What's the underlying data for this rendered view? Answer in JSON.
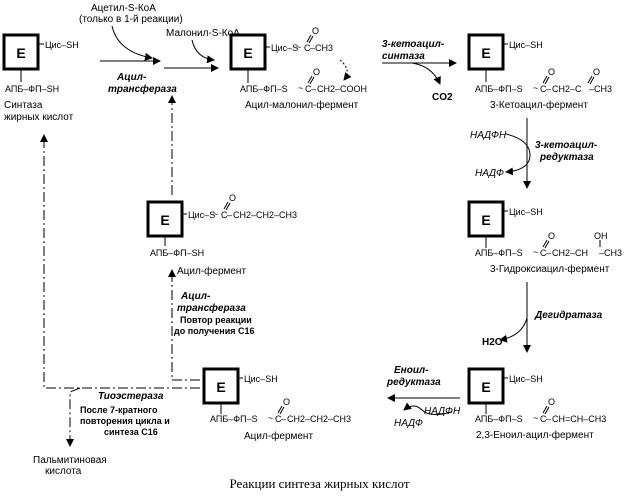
{
  "enzyme_letter": "E",
  "groups": {
    "cys_sh": "Цис–SH",
    "cys_s": "Цис–S",
    "apb_fp_sh": "АПБ–ФП–SH",
    "apb_fp_s": "АПБ–ФП–S"
  },
  "chem": {
    "o": "O",
    "oh": "OH",
    "c": "C",
    "ch3": "CH3",
    "ch2_ch3": "CH2–CH3",
    "ch2_ch2_ch3": "CH2–CH2–CH3",
    "ch2_cooh": "CH2–COOH",
    "ch2_c": "CH2–C",
    "ch2_ch": "CH2–CH",
    "ch_eq_ch": "CH=CH–CH3",
    "ch_ch3": "–CH3",
    "co2": "CO2",
    "h2o": "H2O"
  },
  "states": {
    "synthase": [
      "Синтаза",
      "жирных кислот"
    ],
    "acyl_malonyl": "Ацил-малонил-фермент",
    "ketoacyl": "3-Кетоацил-фермент",
    "hydroxyacyl": "3-Гидроксиацил-фермент",
    "enoyl": "2,3-Еноил-ацил-фермент",
    "acyl_bottom": "Ацил-фермент",
    "acyl_middle": "Ацил-фермент"
  },
  "substrates": {
    "acetyl_coa": "Ацетил-S-КоА",
    "acetyl_coa_note": "(только в 1-й реакции)",
    "malonyl_coa": "Малонил-S-КоА"
  },
  "enzymes": {
    "acyl_transferase": [
      "Ацил-",
      "трансфераза"
    ],
    "ketoacyl_synthase": [
      "3-кетоацил-",
      "синтаза"
    ],
    "ketoacyl_reductase": [
      "3-кетоацил-",
      "редуктаза"
    ],
    "dehydratase": "Дегидратаза",
    "enoyl_reductase": [
      "Еноил-",
      "редуктаза"
    ],
    "thioesterase": "Тиоэстераза",
    "acyl_transferase_repeat": [
      "Ацил-",
      "трансфераза"
    ]
  },
  "cofactors": {
    "nadph": "НАДФН",
    "nadp": "НАДФ"
  },
  "notes": {
    "repeat": [
      "Повтор реакции",
      "до получения С16"
    ],
    "thioesterase": [
      "После 7-кратного",
      "повторения цикла и",
      "синтеза С16"
    ]
  },
  "product": [
    "Пальмитиновая",
    "кислота"
  ],
  "caption": "Реакции синтеза жирных кислот"
}
